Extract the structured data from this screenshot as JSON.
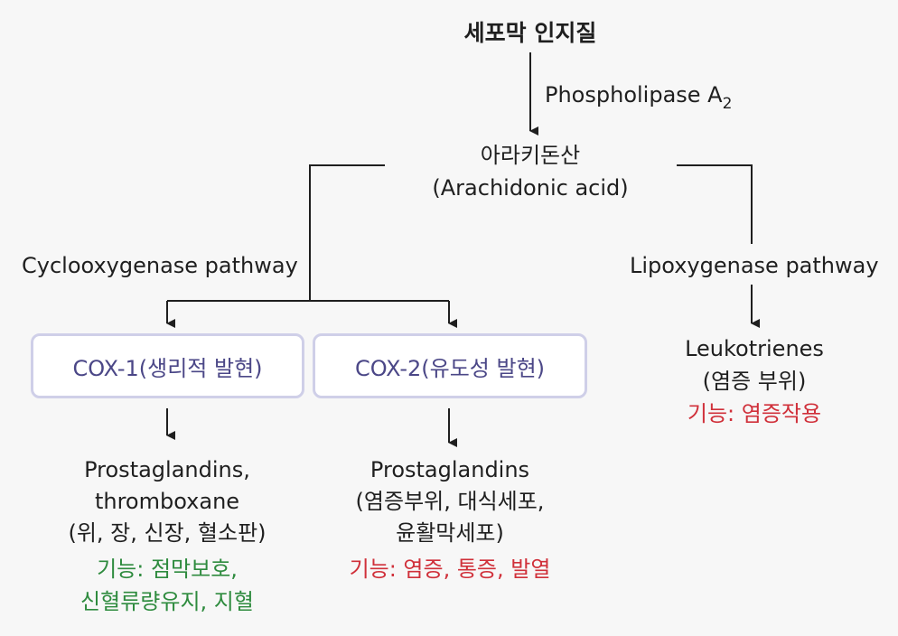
{
  "source": {
    "title": "세포막 인지질"
  },
  "enzyme": {
    "name": "Phospholipase A",
    "subscript": "2"
  },
  "arachidonic": {
    "korean": "아라키돈산",
    "english": "(Arachidonic acid)"
  },
  "pathways": {
    "cyclooxygenase": "Cyclooxygenase pathway",
    "lipoxygenase": "Lipoxygenase pathway"
  },
  "cox1": {
    "label": "COX-1(생리적 발현)",
    "product_line1": "Prostaglandins,",
    "product_line2": "thromboxane",
    "location": "(위, 장, 신장, 혈소판)",
    "function_line1": "기능: 점막보호,",
    "function_line2": "신혈류량유지, 지혈"
  },
  "cox2": {
    "label": "COX-2(유도성 발현)",
    "product_line1": "Prostaglandins",
    "location_line1": "(염증부위, 대식세포,",
    "location_line2": "윤활막세포)",
    "function": "기능: 염증, 통증, 발열"
  },
  "lox": {
    "product": "Leukotrienes",
    "location": "(염증 부위)",
    "function": "기능: 염증작용"
  },
  "colors": {
    "background": "#f7f7f7",
    "text": "#1f1f1f",
    "box_border": "#cfcfe8",
    "box_text": "#4b4787",
    "function_green": "#2e8b3e",
    "function_red": "#d0303a",
    "line": "#1f1f1f"
  }
}
